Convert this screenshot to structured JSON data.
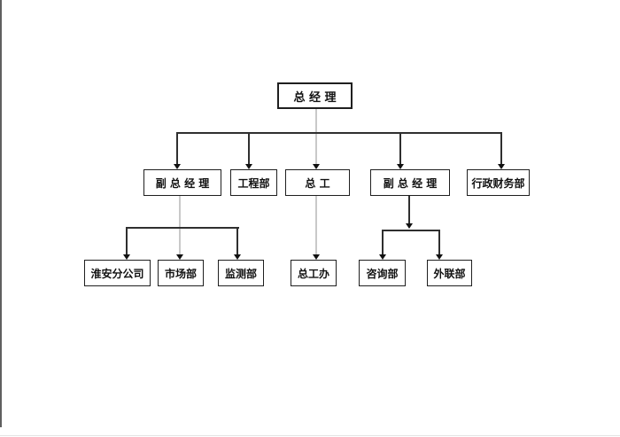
{
  "diagram": {
    "type": "org-chart",
    "nodes": {
      "general_manager": "总 经 理",
      "deputy_gm_left": "副 总 经 理",
      "engineering_dept": "工程部",
      "chief_engineer": "总 工",
      "deputy_gm_right": "副 总 经 理",
      "admin_finance_dept": "行政财务部",
      "huaian_branch": "淮安分公司",
      "marketing_dept": "市场部",
      "monitoring_dept": "监测部",
      "chief_engineer_office": "总工办",
      "consulting_dept": "咨询部",
      "external_relations_dept": "外联部"
    },
    "colors": {
      "box_border": "#1f1f1f",
      "connector": "#2f2f2f",
      "connector_light": "#c9c9c9",
      "page_edge": "#5f5f5f"
    }
  }
}
